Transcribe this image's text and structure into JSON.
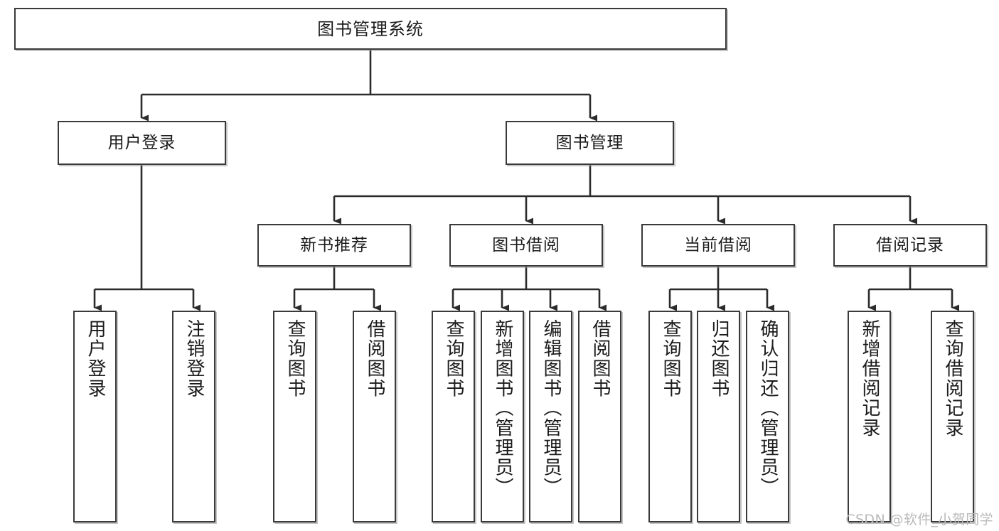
{
  "diagram": {
    "type": "tree",
    "title": "图书管理系统",
    "orientation": "top-down",
    "colors": {
      "box_border": "#3a3a3a",
      "box_fill": "#ffffff",
      "connector": "#2b2b2b",
      "text": "#1b1b1b",
      "watermark": "#b9b9b9",
      "background": "#ffffff"
    },
    "nodes": {
      "root": {
        "label": "图书管理系统"
      },
      "level2": [
        {
          "id": "user-login",
          "label": "用户登录"
        },
        {
          "id": "book-management",
          "label": "图书管理"
        }
      ],
      "level3": [
        {
          "id": "new-book-recommend",
          "label": "新书推荐"
        },
        {
          "id": "book-borrow",
          "label": "图书借阅"
        },
        {
          "id": "current-borrow",
          "label": "当前借阅"
        },
        {
          "id": "borrow-record",
          "label": "借阅记录"
        }
      ],
      "leaves": {
        "user-login": [
          {
            "id": "leaf-user-login",
            "label": "用户登录"
          },
          {
            "id": "leaf-user-logout",
            "label": "注销登录"
          }
        ],
        "new-book-recommend": [
          {
            "id": "leaf-query-book-1",
            "label": "查询图书"
          },
          {
            "id": "leaf-borrow-book-1",
            "label": "借阅图书"
          }
        ],
        "book-borrow": [
          {
            "id": "leaf-query-book-2",
            "label": "查询图书"
          },
          {
            "id": "leaf-add-book",
            "label": "新增图书（管理员）"
          },
          {
            "id": "leaf-edit-book",
            "label": "编辑图书（管理员）"
          },
          {
            "id": "leaf-borrow-book-2",
            "label": "借阅图书"
          }
        ],
        "current-borrow": [
          {
            "id": "leaf-query-book-3",
            "label": "查询图书"
          },
          {
            "id": "leaf-return-book",
            "label": "归还图书"
          },
          {
            "id": "leaf-confirm-return",
            "label": "确认归还（管理员）"
          }
        ],
        "borrow-record": [
          {
            "id": "leaf-add-record",
            "label": "新增借阅记录"
          },
          {
            "id": "leaf-query-record",
            "label": "查询借阅记录"
          }
        ]
      }
    },
    "watermark": "CSDN @软件_小贺同学"
  }
}
